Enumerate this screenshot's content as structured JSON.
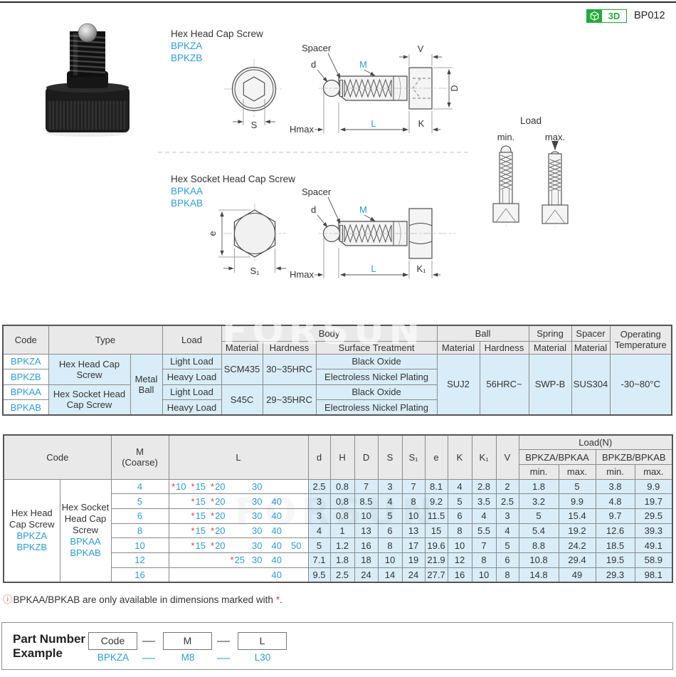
{
  "header": {
    "badge_3d": "3D",
    "page_code": "BP012"
  },
  "watermark": "FORSUN",
  "colors": {
    "accent_blue": "#2b9ce0",
    "accent_green": "#22ab39",
    "star_red": "#e8383d",
    "cell_blue": "#d9edf8",
    "header_gray": "#e9e9e9"
  },
  "sections": {
    "s1": {
      "title": "Hex Head Cap Screw",
      "code1": "BPKZA",
      "code2": "BPKZB"
    },
    "s2": {
      "title": "Hex Socket Head Cap Screw",
      "code1": "BPKAA",
      "code2": "BPKAB"
    }
  },
  "labels": {
    "spacer": "Spacer",
    "d": "d",
    "m": "M",
    "v": "V",
    "D": "D",
    "hmax": "Hmax",
    "l": "L",
    "k": "K",
    "k1": "K₁",
    "s": "S",
    "s1": "S₁",
    "e": "e",
    "load": "Load",
    "min": "min.",
    "max": "max."
  },
  "spec_table": {
    "headers": {
      "code": "Code",
      "type": "Type",
      "load": "Load",
      "body": "Body",
      "material": "Material",
      "hardness": "Hardness",
      "surface": "Surface Treatment",
      "ball": "Ball",
      "spring": "Spring",
      "spacer": "Spacer",
      "optemp": "Operating Temperature"
    },
    "metal_ball": "Metal Ball",
    "type1": "Hex Head Cap Screw",
    "type2": "Hex Socket Head Cap Screw",
    "body1": {
      "material": "SCM435",
      "hardness": "30~35HRC"
    },
    "body2": {
      "material": "S45C",
      "hardness": "29~35HRC"
    },
    "ball": {
      "material": "SUJ2",
      "hardness": "56HRC~"
    },
    "spring_material": "SWP-B",
    "spacer_material": "SUS304",
    "operating_temperature": "-30~80°C",
    "rows": [
      {
        "code": "BPKZA",
        "load": "Light Load",
        "surface": "Black Oxide"
      },
      {
        "code": "BPKZB",
        "load": "Heavy Load",
        "surface": "Electroless Nickel Plating"
      },
      {
        "code": "BPKAA",
        "load": "Light Load",
        "surface": "Black Oxide"
      },
      {
        "code": "BPKAB",
        "load": "Heavy Load",
        "surface": "Electroless Nickel Plating"
      }
    ]
  },
  "dim_table": {
    "headers": {
      "code": "Code",
      "m": "M",
      "m_sub": "(Coarse)",
      "l": "L",
      "d": "d",
      "h": "H",
      "D": "D",
      "s": "S",
      "s1": "S₁",
      "e": "e",
      "k": "K",
      "k1": "K₁",
      "v": "V",
      "load_n": "Load(N)",
      "group_a": "BPKZA/BPKAA",
      "group_b": "BPKZB/BPKAB",
      "min": "min.",
      "max": "max."
    },
    "row_group_1": {
      "type": "Hex Head Cap Screw",
      "code1": "BPKZA",
      "code2": "BPKZB"
    },
    "row_group_2": {
      "type": "Hex Socket Head Cap Screw",
      "code1": "BPKAA",
      "code2": "BPKAB"
    },
    "rows": [
      {
        "m": "4",
        "l": [
          "*10",
          "*15",
          "*20",
          "",
          "30",
          "",
          ""
        ],
        "dims": [
          "2.5",
          "0.8",
          "7",
          "3",
          "7",
          "8.1",
          "4",
          "2.8",
          "2"
        ],
        "loads": [
          "1.8",
          "5",
          "3.8",
          "9.9"
        ]
      },
      {
        "m": "5",
        "l": [
          "",
          "*15",
          "*20",
          "",
          "30",
          "40",
          ""
        ],
        "dims": [
          "3",
          "0.8",
          "8.5",
          "4",
          "8",
          "9.2",
          "5",
          "3.5",
          "2.5"
        ],
        "loads": [
          "3.2",
          "9.9",
          "4.8",
          "19.7"
        ]
      },
      {
        "m": "6",
        "l": [
          "",
          "*15",
          "*20",
          "",
          "30",
          "40",
          ""
        ],
        "dims": [
          "3",
          "0.8",
          "10",
          "5",
          "10",
          "11.5",
          "6",
          "4",
          "3"
        ],
        "loads": [
          "5",
          "15.4",
          "9.7",
          "29.5"
        ]
      },
      {
        "m": "8",
        "l": [
          "",
          "*15",
          "*20",
          "",
          "30",
          "40",
          ""
        ],
        "dims": [
          "4",
          "1",
          "13",
          "6",
          "13",
          "15",
          "8",
          "5.5",
          "4"
        ],
        "loads": [
          "5.4",
          "19.2",
          "12.6",
          "39.3"
        ]
      },
      {
        "m": "10",
        "l": [
          "",
          "*15",
          "*20",
          "",
          "30",
          "40",
          "50"
        ],
        "dims": [
          "5",
          "1.2",
          "16",
          "8",
          "17",
          "19.6",
          "10",
          "7",
          "5"
        ],
        "loads": [
          "8.8",
          "24.2",
          "18.5",
          "49.1"
        ]
      },
      {
        "m": "12",
        "l": [
          "",
          "",
          "",
          "*25",
          "30",
          "40",
          ""
        ],
        "dims": [
          "7.1",
          "1.8",
          "18",
          "10",
          "19",
          "21.9",
          "12",
          "8",
          "6"
        ],
        "loads": [
          "10.8",
          "29.4",
          "19.5",
          "58.9"
        ]
      },
      {
        "m": "16",
        "l": [
          "",
          "",
          "",
          "",
          "",
          "40",
          ""
        ],
        "dims": [
          "9.5",
          "2.5",
          "24",
          "14",
          "24",
          "27.7",
          "16",
          "10",
          "8"
        ],
        "loads": [
          "14.8",
          "49",
          "29.3",
          "98.1"
        ]
      }
    ]
  },
  "footnote": {
    "icon": "ⓘ",
    "text": "BPKAA/BPKAB are only available in dimensions marked with ",
    "star": "*",
    "period": "."
  },
  "part_number": {
    "title_line1": "Part Number",
    "title_line2": "Example",
    "box1": "Code",
    "box2": "M",
    "box3": "L",
    "ex1": "BPKZA",
    "ex2": "M8",
    "ex3": "L30"
  }
}
